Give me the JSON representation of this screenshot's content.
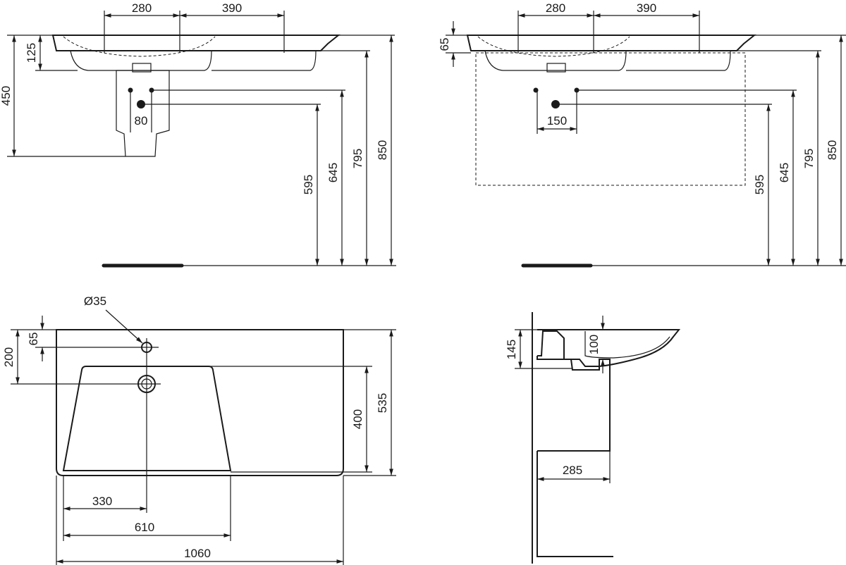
{
  "front_pedestal_view": {
    "d280": "280",
    "d390": "390",
    "d125": "125",
    "d450": "450",
    "d80": "80",
    "d595": "595",
    "d645": "645",
    "d795": "795",
    "d850": "850"
  },
  "front_furniture_view": {
    "d280": "280",
    "d390": "390",
    "d65": "65",
    "d150": "150",
    "d595": "595",
    "d645": "645",
    "d795": "795",
    "d850": "850"
  },
  "plan_view": {
    "hole_diameter": "Ø35",
    "d65": "65",
    "d200": "200",
    "d400": "400",
    "d535": "535",
    "d330": "330",
    "d610": "610",
    "d1060": "1060"
  },
  "side_view": {
    "d145": "145",
    "d100": "100",
    "d285": "285"
  }
}
